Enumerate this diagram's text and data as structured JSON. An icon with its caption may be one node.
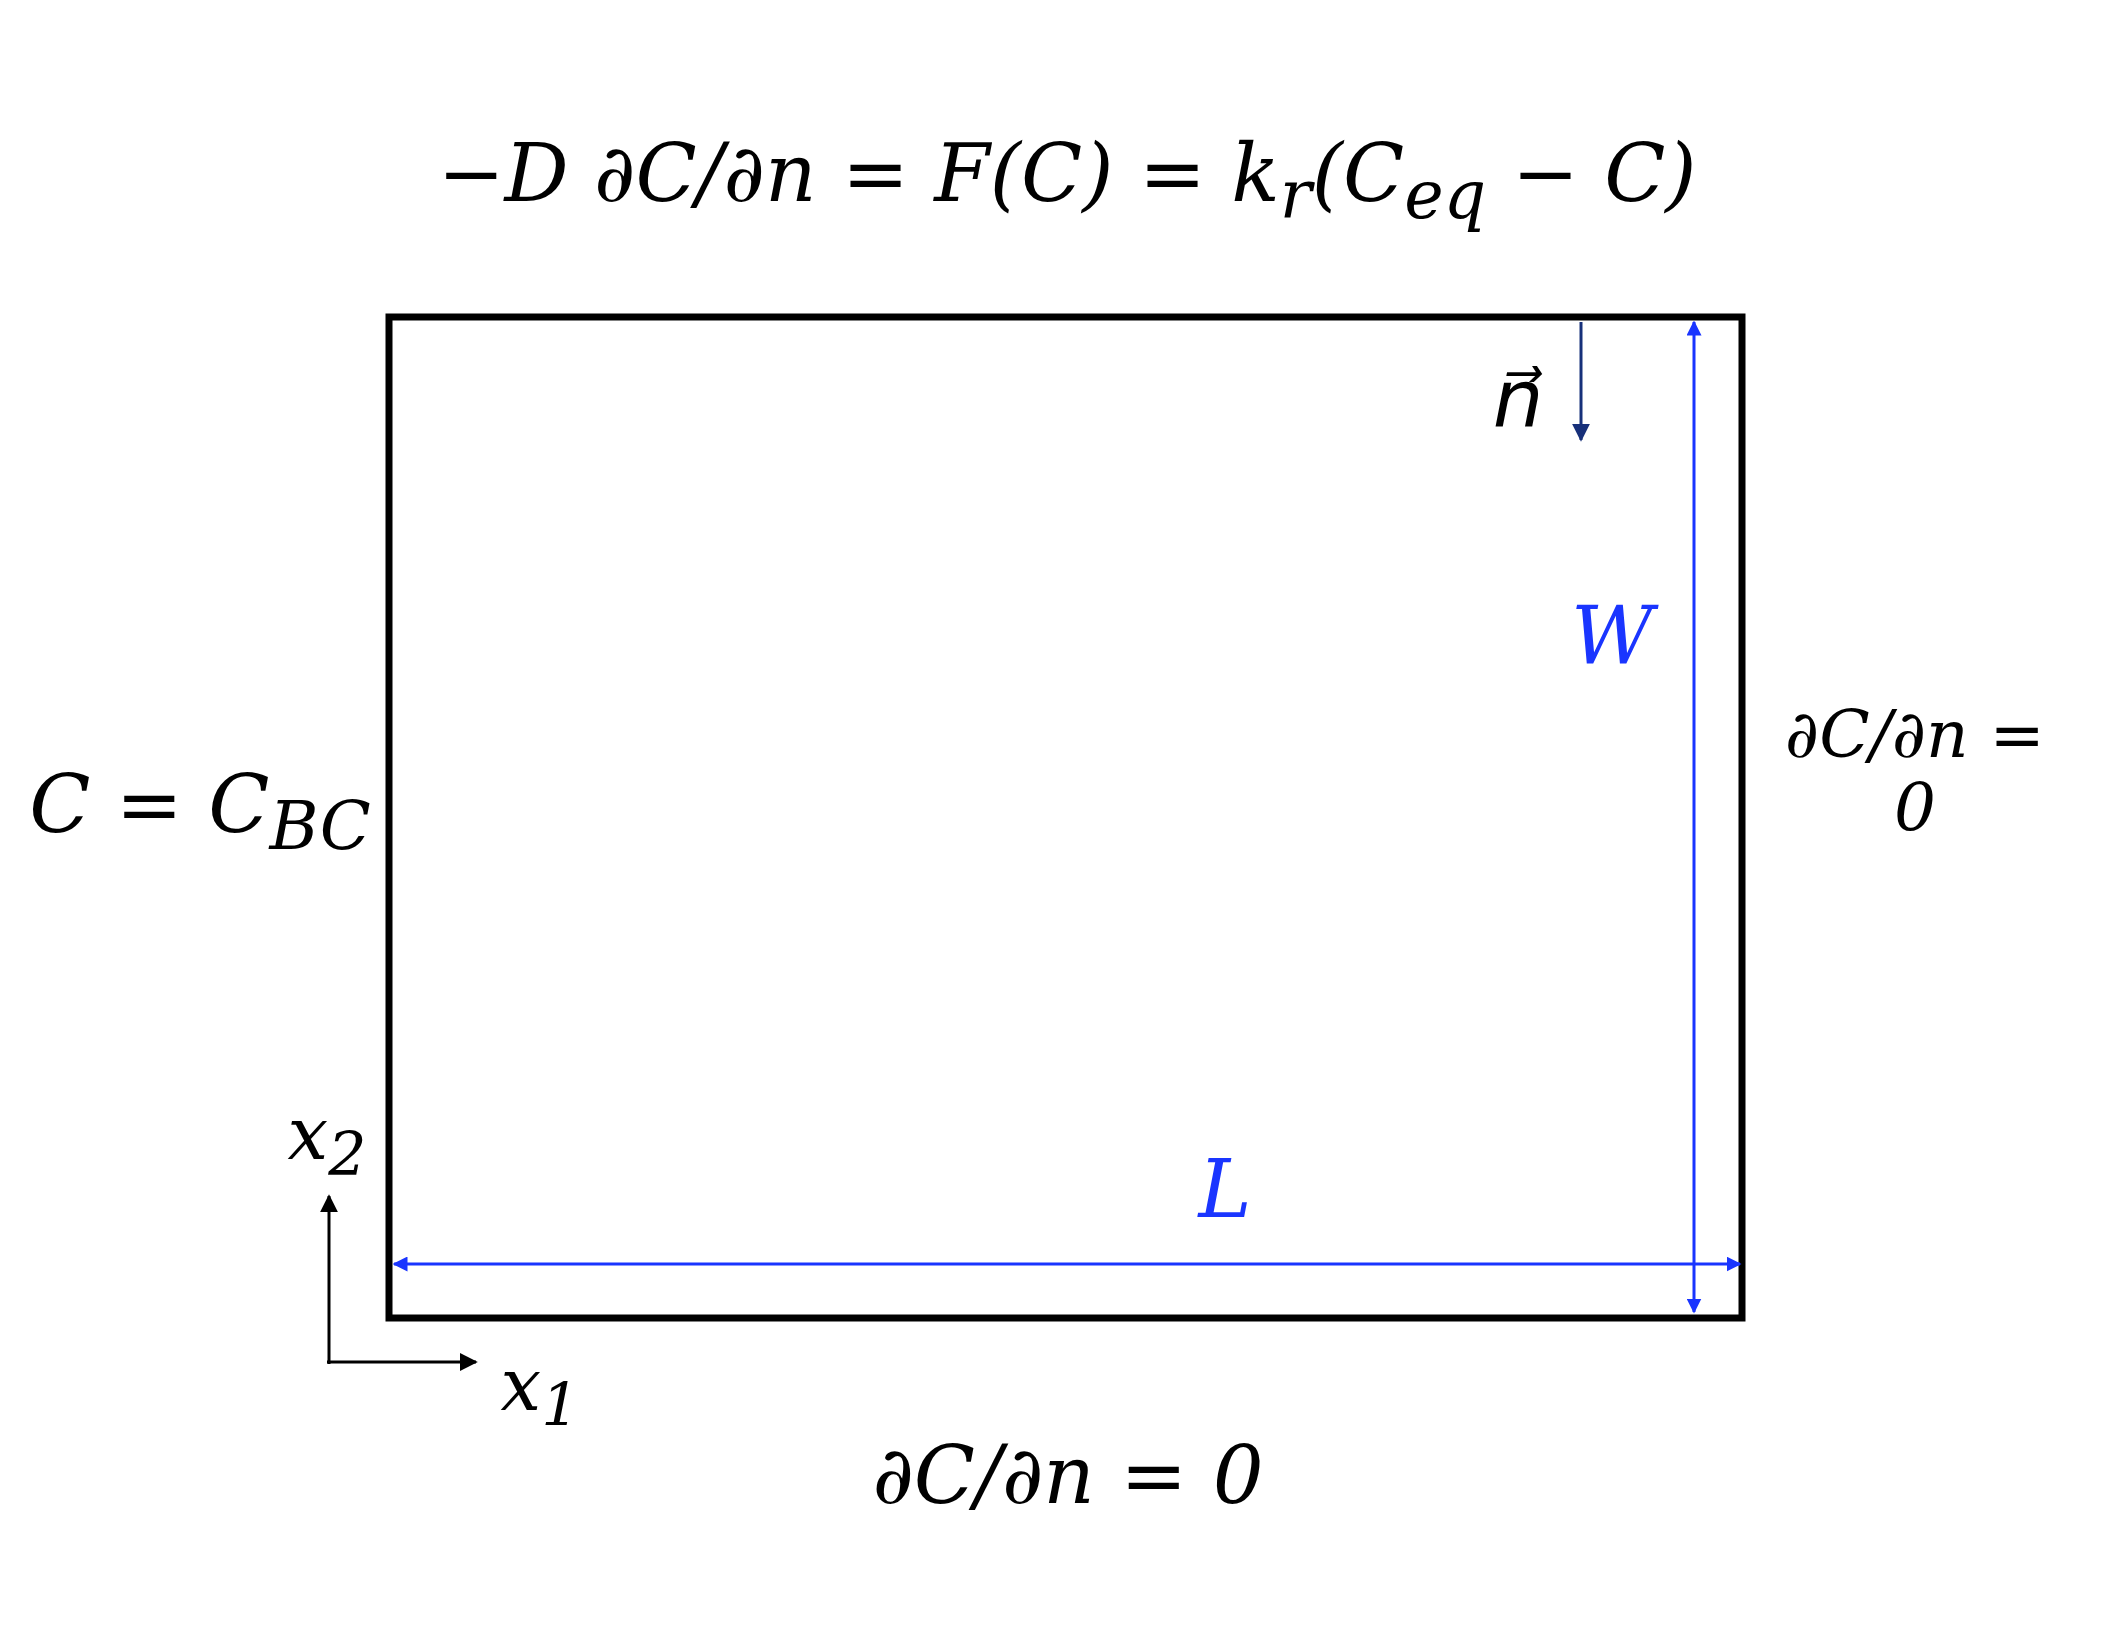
{
  "diagram": {
    "labels": [
      "−D ∂C/∂n = F(C) = k$_{r}$(C$_{eq}$ − C)",
      "n⃗",
      "W",
      "C = C$_{BC}$",
      "∂C/∂n = 0",
      "x$_{2}$",
      "L",
      "x$_{1}$",
      "∂C/∂n = 0"
    ]
  }
}
